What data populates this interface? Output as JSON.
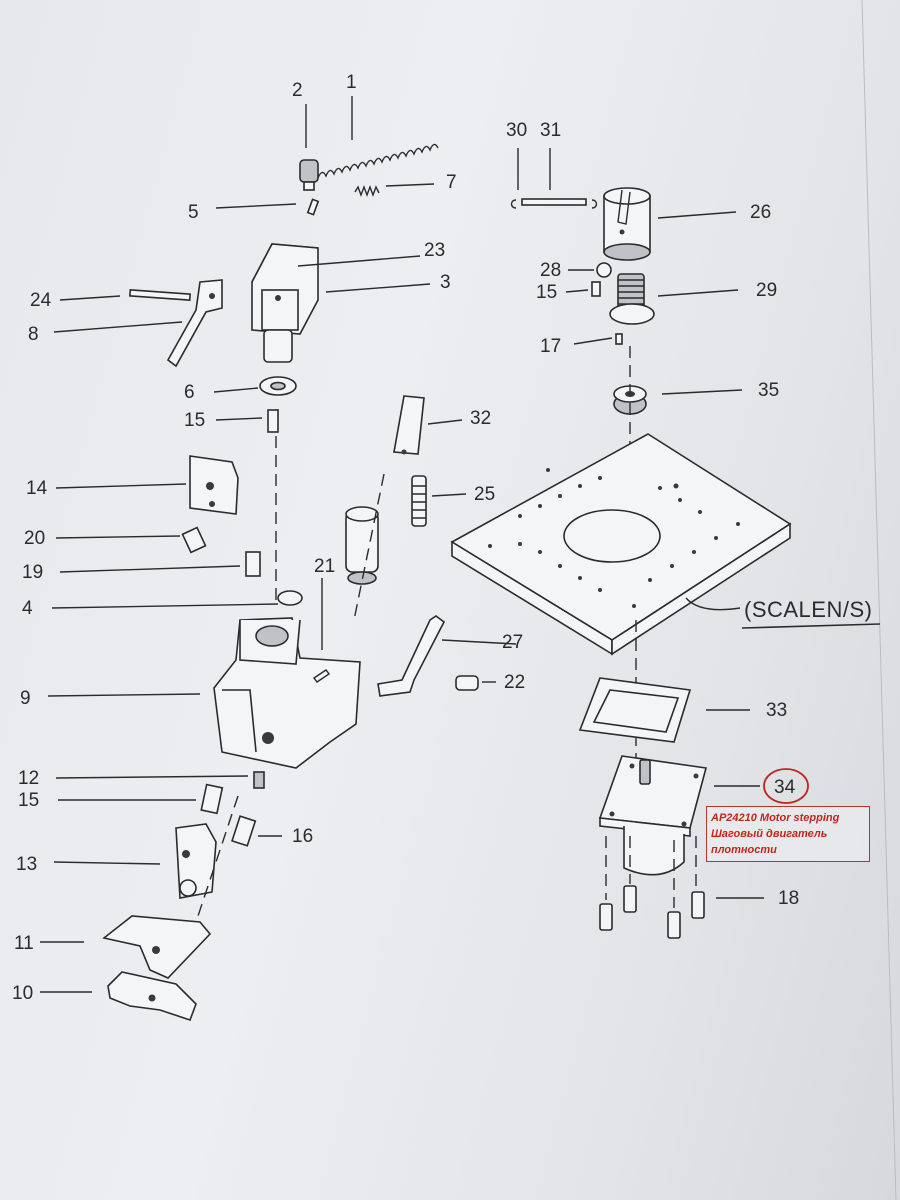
{
  "diagram": {
    "part_numbers": {
      "p1": "1",
      "p2": "2",
      "p3": "3",
      "p4": "4",
      "p5": "5",
      "p6": "6",
      "p7": "7",
      "p8": "8",
      "p9": "9",
      "p10": "10",
      "p11": "11",
      "p12": "12",
      "p13": "13",
      "p14": "14",
      "p15a": "15",
      "p15b": "15",
      "p15c": "15",
      "p16": "16",
      "p17": "17",
      "p18": "18",
      "p19": "19",
      "p20": "20",
      "p21": "21",
      "p22": "22",
      "p23": "23",
      "p24": "24",
      "p25": "25",
      "p26": "26",
      "p27": "27",
      "p28": "28",
      "p29": "29",
      "p30": "30",
      "p31": "31",
      "p32": "32",
      "p33": "33",
      "p34": "34",
      "p35": "35"
    },
    "assembly_label": "(SCALEN/S)"
  },
  "annotation": {
    "line1": "AP24210 Motor stepping",
    "line2": "Шаговый двигатель",
    "line3": "плотности",
    "color": "#c0271d"
  }
}
